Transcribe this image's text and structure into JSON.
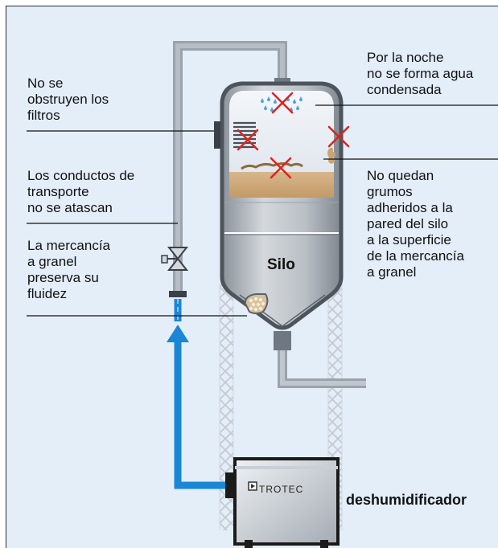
{
  "labels": {
    "filters": [
      "No se",
      "obstruyen los",
      "filtros"
    ],
    "pipes": [
      "Los conductos de",
      "transporte",
      "no se atascan"
    ],
    "flow": [
      "La mercancía",
      "a granel",
      "preserva su",
      "fluidez"
    ],
    "condensation": [
      "Por la noche",
      "no se forma agua",
      "condensada"
    ],
    "clumps": [
      "No quedan",
      "grumos",
      "adheridos a la",
      "pared del silo",
      "a la superficie",
      "de la mercancía",
      "a granel"
    ],
    "silo": "Silo",
    "device": "deshumidificador",
    "brand": "TROTEC"
  },
  "colors": {
    "panel": "#e4eef9",
    "pipe_gray": "#aab2bd",
    "air_blue": "#1a86d6",
    "silo_metal": "#b3b9c0",
    "bulk_material": "#c9a576",
    "cross_red": "#e0221b",
    "device_dark": "#1b1b1b"
  },
  "icons": [
    "cross-mark-icon",
    "water-drop-icon",
    "filter-grille-icon",
    "valve-icon",
    "up-arrow-icon"
  ]
}
